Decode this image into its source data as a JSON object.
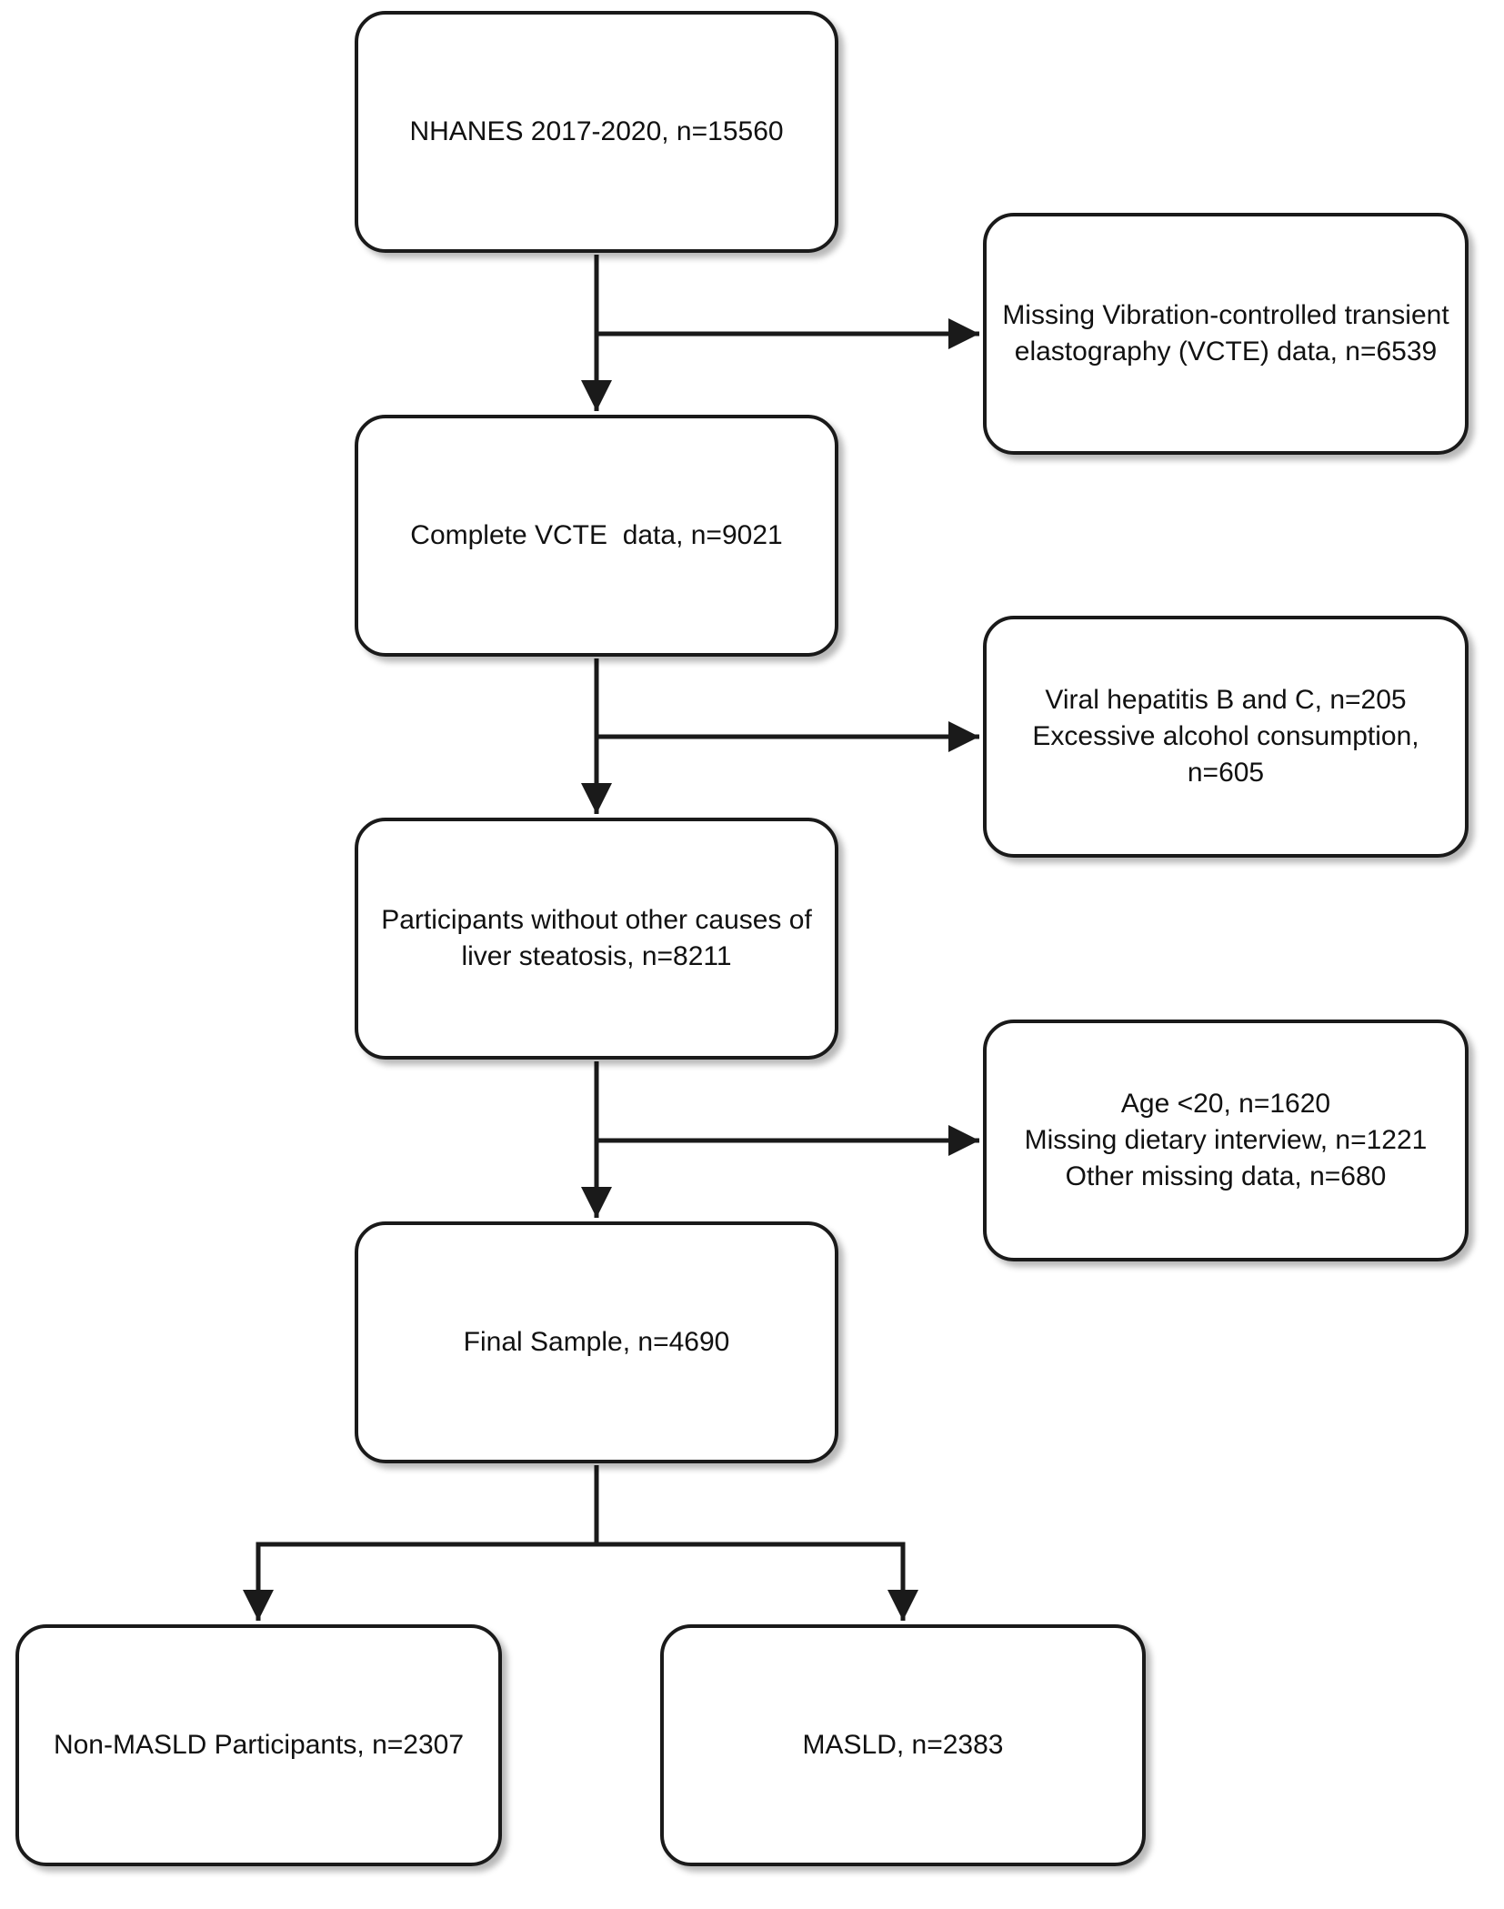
{
  "nodes": {
    "nhanes": {
      "lines": [
        "NHANES 2017-2020, n=15560"
      ]
    },
    "excl_vcte": {
      "lines": [
        "Missing Vibration-controlled transient",
        "elastography (VCTE) data, n=6539"
      ]
    },
    "complete_vcte": {
      "lines": [
        "Complete VCTE  data, n=9021"
      ]
    },
    "excl_hepatitis": {
      "lines": [
        "Viral hepatitis B and C, n=205",
        "Excessive alcohol consumption,",
        "n=605"
      ]
    },
    "no_other_causes": {
      "lines": [
        "Participants without other causes of",
        "liver steatosis, n=8211"
      ]
    },
    "excl_age_missing": {
      "lines": [
        "Age <20, n=1620",
        "Missing dietary interview, n=1221",
        "Other missing data, n=680"
      ]
    },
    "final_sample": {
      "lines": [
        "Final Sample, n=4690"
      ]
    },
    "non_masld": {
      "lines": [
        "Non-MASLD Participants, n=2307"
      ]
    },
    "masld": {
      "lines": [
        "MASLD, n=2383"
      ]
    }
  },
  "edges": [
    {
      "from": "nhanes",
      "to": "complete_vcte"
    },
    {
      "from": "nhanes",
      "to": "excl_vcte"
    },
    {
      "from": "complete_vcte",
      "to": "no_other_causes"
    },
    {
      "from": "complete_vcte",
      "to": "excl_hepatitis"
    },
    {
      "from": "no_other_causes",
      "to": "final_sample"
    },
    {
      "from": "no_other_causes",
      "to": "excl_age_missing"
    },
    {
      "from": "final_sample",
      "to": "non_masld"
    },
    {
      "from": "final_sample",
      "to": "masld"
    }
  ],
  "colors": {
    "stroke": "#1a1a1a",
    "fill": "#ffffff",
    "text": "#111111"
  }
}
